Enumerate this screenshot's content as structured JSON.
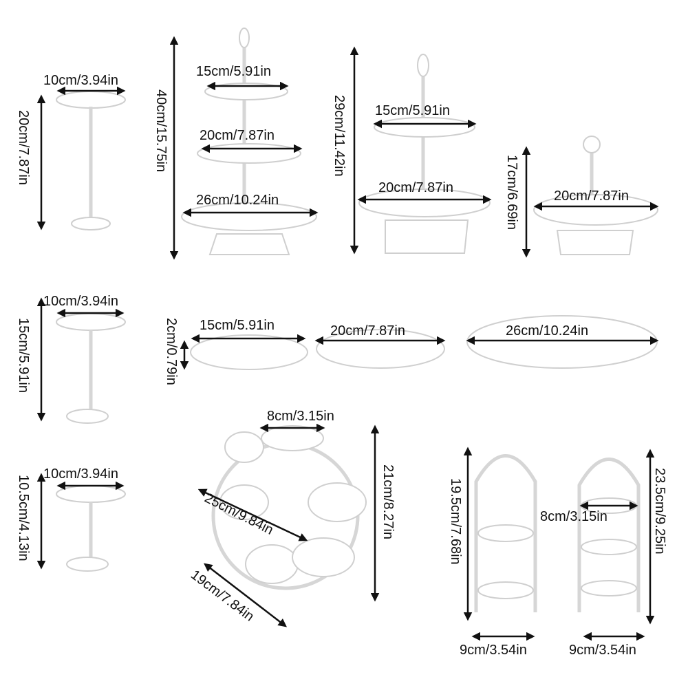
{
  "products": {
    "stand_20": {
      "width": "10cm/3.94in",
      "height": "20cm/7.87in"
    },
    "three_tier": {
      "height": "40cm/15.75in",
      "top": "15cm/5.91in",
      "middle": "20cm/7.87in",
      "bottom": "26cm/10.24in"
    },
    "two_tier": {
      "height": "29cm/11.42in",
      "top": "15cm/5.91in",
      "bottom": "20cm/7.87in"
    },
    "one_tier": {
      "height": "17cm/6.69in",
      "plate": "20cm/7.87in"
    },
    "stand_15": {
      "width": "10cm/3.94in",
      "height": "15cm/5.91in"
    },
    "plates": {
      "height": "2cm/0.79in",
      "small": "15cm/5.91in",
      "medium": "20cm/7.87in",
      "large": "26cm/10.24in"
    },
    "stand_10": {
      "width": "10cm/3.94in",
      "height": "10.5cm/4.13in"
    },
    "wheel_stand": {
      "plate": "8cm/3.15in",
      "diameter": "25cm/9.84in",
      "height": "21cm/8.27in",
      "depth": "19cm/7.84in"
    },
    "arch_two": {
      "height": "19.5cm/7.68in",
      "base": "9cm/3.54in"
    },
    "arch_three": {
      "height": "23.5cm/9.25in",
      "plate": "8cm/3.15in",
      "base": "9cm/3.54in"
    }
  }
}
